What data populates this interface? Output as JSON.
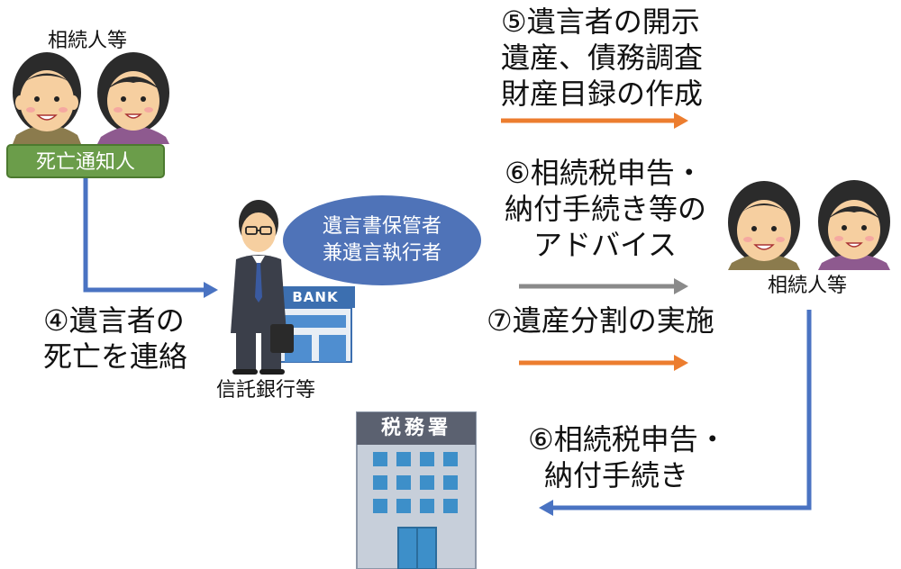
{
  "heirs_top": {
    "label": "相続人等",
    "tag": "死亡通知人"
  },
  "bank": {
    "label": "信託銀行等",
    "sign": "BANK",
    "bubble_line1": "遺言書保管者",
    "bubble_line2": "兼遺言執行者"
  },
  "heirs_right": {
    "label": "相続人等"
  },
  "tax_office": {
    "sign": "税務署"
  },
  "steps": {
    "step4_line1": "④遺言者の",
    "step4_line2": "死亡を連絡",
    "step5_line1": "⑤遺言者の開示",
    "step5_line2": "遺産、債務調査",
    "step5_line3": "財産目録の作成",
    "step6a_line1": "⑥相続税申告・",
    "step6a_line2": "納付手続き等の",
    "step6a_line3": "アドバイス",
    "step7": "⑦遺産分割の実施",
    "step6b_line1": "⑥相続税申告・",
    "step6b_line2": "納付手続き"
  },
  "colors": {
    "blue_arrow": "#4a73c2",
    "orange_arrow": "#ec7d2f",
    "gray_arrow": "#8a8a8a",
    "bubble": "#4f73b8",
    "tag_green": "#6b9d4a"
  }
}
